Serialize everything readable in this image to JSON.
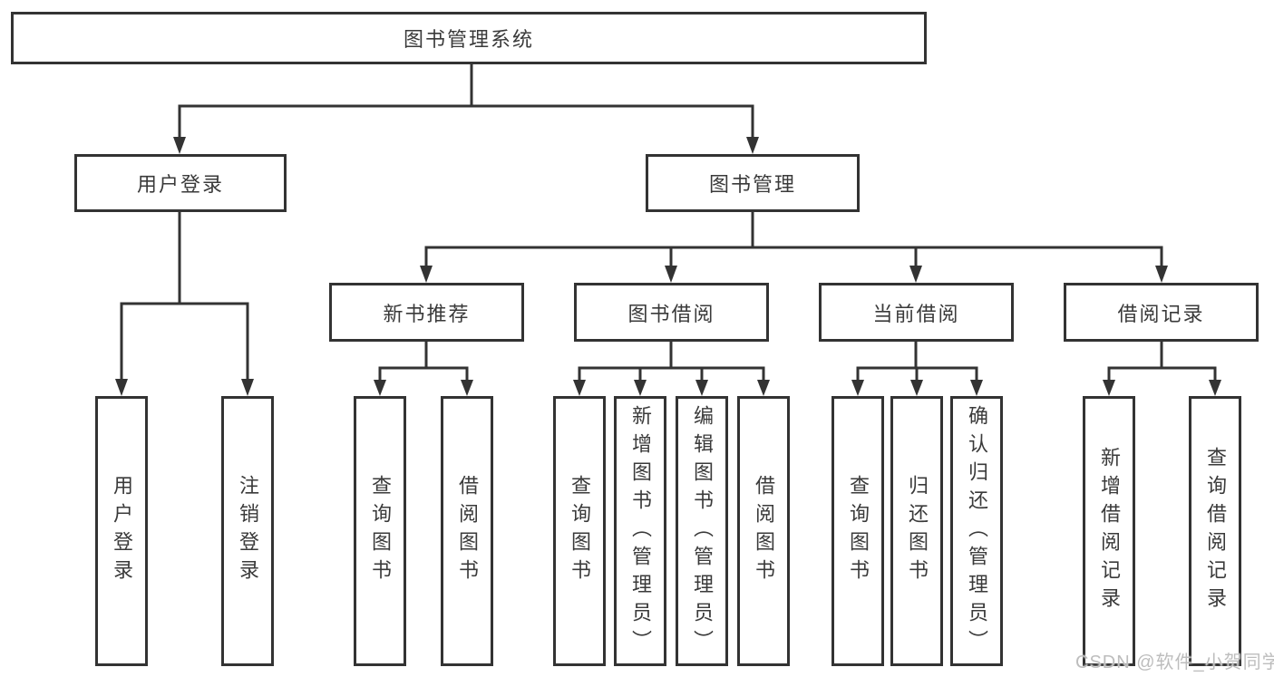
{
  "tree": {
    "label": "图书管理系统",
    "children": [
      {
        "label": "用户登录",
        "children": [
          {
            "label": "用户登录"
          },
          {
            "label": "注销登录"
          }
        ]
      },
      {
        "label": "图书管理",
        "children": [
          {
            "label": "新书推荐",
            "children": [
              {
                "label": "查询图书"
              },
              {
                "label": "借阅图书"
              }
            ]
          },
          {
            "label": "图书借阅",
            "children": [
              {
                "label": "查询图书"
              },
              {
                "label": "新增图书（管理员）"
              },
              {
                "label": "编辑图书（管理员）"
              },
              {
                "label": "借阅图书"
              }
            ]
          },
          {
            "label": "当前借阅",
            "children": [
              {
                "label": "查询图书"
              },
              {
                "label": "归还图书"
              },
              {
                "label": "确认归还（管理员）"
              }
            ]
          },
          {
            "label": "借阅记录",
            "children": [
              {
                "label": "新增借阅记录"
              },
              {
                "label": "查询借阅记录"
              }
            ]
          }
        ]
      }
    ]
  },
  "watermark": {
    "text": "CSDN @软件_小贺同学"
  },
  "colors": {
    "line": "#333333",
    "box_border": "#333333",
    "text": "#3a3a3a",
    "background": "#ffffff",
    "watermark": "#bdbdbd"
  }
}
